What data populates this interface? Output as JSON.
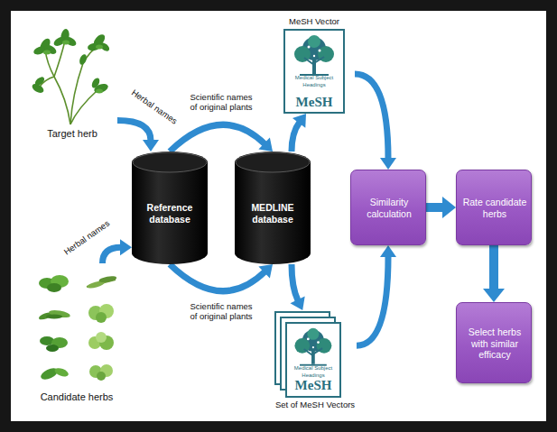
{
  "diagram": {
    "nodes": [
      {
        "text": [
          "Target herb"
        ]
      },
      {
        "text": [
          "Candidate herbs"
        ]
      },
      {
        "text": [
          "Reference database"
        ]
      },
      {
        "text": [
          "MEDLINE database"
        ]
      },
      {
        "text": [
          "MeSH Vector",
          "Medical Subject Headings",
          "MeSH"
        ]
      },
      {
        "text": [
          "Set of MeSH Vectors",
          "Medical Subject Headings",
          "MeSH"
        ]
      },
      {
        "text": [
          "Similarity calculation"
        ]
      },
      {
        "text": [
          "Rate candidate herbs"
        ]
      },
      {
        "text": [
          "Select herbs with similar efficacy"
        ]
      }
    ],
    "edges": [
      {
        "from": 0,
        "to": 2,
        "label": "Herbal names",
        "arrow": "to"
      },
      {
        "from": 1,
        "to": 2,
        "label": "Herbal names",
        "arrow": "to"
      },
      {
        "from": 2,
        "to": 3,
        "label": "Scientific names of original plants",
        "arrow": "to"
      },
      {
        "from": 2,
        "to": 3,
        "label": "Scientific names of original plants",
        "arrow": "to"
      },
      {
        "from": 3,
        "to": 4,
        "arrow": "to"
      },
      {
        "from": 3,
        "to": 5,
        "arrow": "to"
      },
      {
        "from": 4,
        "to": 6,
        "arrow": "to"
      },
      {
        "from": 5,
        "to": 6,
        "arrow": "to"
      },
      {
        "from": 6,
        "to": 7,
        "arrow": "to"
      },
      {
        "from": 7,
        "to": 8,
        "arrow": "to"
      }
    ]
  }
}
